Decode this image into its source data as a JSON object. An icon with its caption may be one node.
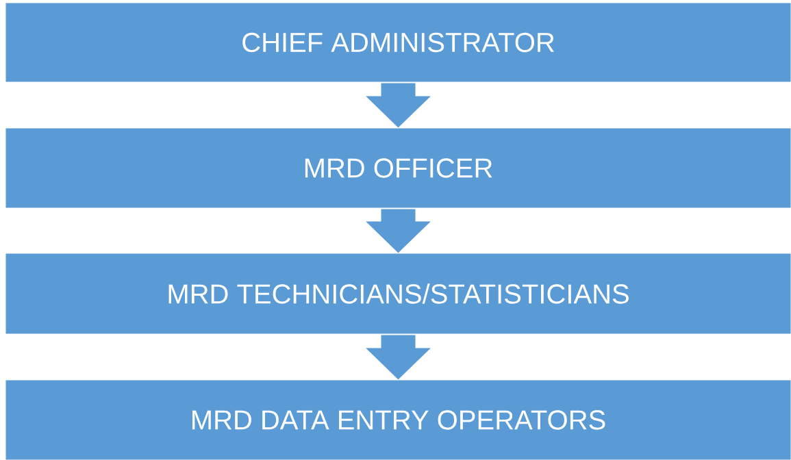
{
  "diagram": {
    "nodes": [
      {
        "text": [
          "CHIEF ADMINISTRATOR"
        ]
      },
      {
        "text": [
          "MRD OFFICER"
        ]
      },
      {
        "text": [
          "MRD TECHNICIANS/STATISTICIANS"
        ]
      },
      {
        "text": [
          "MRD DATA ENTRY OPERATORS"
        ]
      }
    ],
    "edges": [
      {
        "from": 0,
        "to": 1,
        "arrow": "to"
      },
      {
        "from": 1,
        "to": 2,
        "arrow": "to"
      },
      {
        "from": 2,
        "to": 3,
        "arrow": "to"
      }
    ]
  }
}
